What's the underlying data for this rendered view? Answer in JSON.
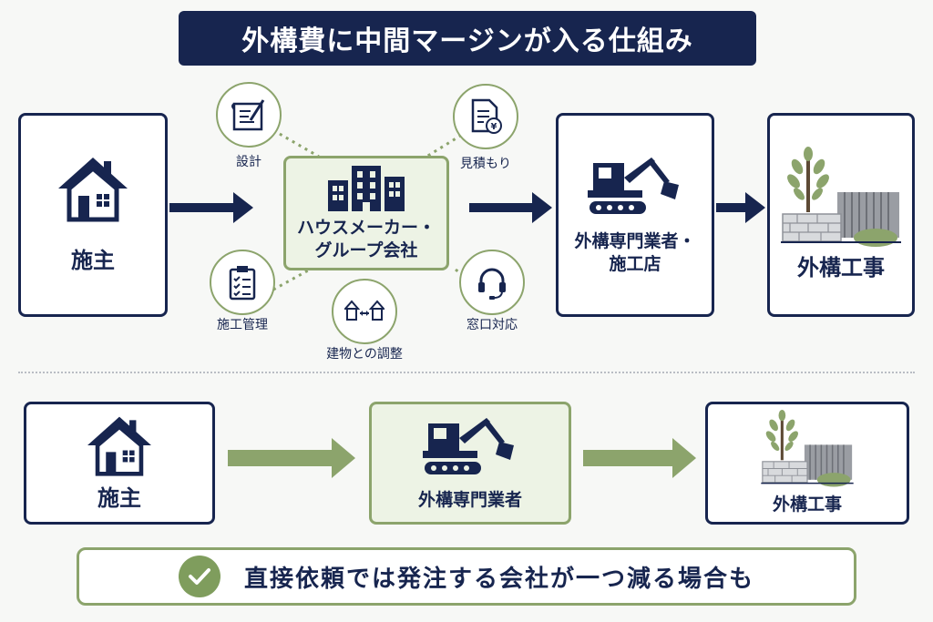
{
  "title": "外構費に中間マージンが入る仕組み",
  "top_flow": {
    "owner": "施主",
    "company": [
      "ハウスメーカー・",
      "グループ会社"
    ],
    "contractor": [
      "外構専門業者・",
      "施工店"
    ],
    "work": "外構工事"
  },
  "services": {
    "design": "設計",
    "estimate": "見積もり",
    "management": "施工管理",
    "coordination": "建物との調整",
    "contact": "窓口対応"
  },
  "bottom_flow": {
    "owner": "施主",
    "contractor": "外構専門業者",
    "work": "外構工事"
  },
  "note": "直接依頼では発注する会社が一つ減る場合も",
  "colors": {
    "navy": "#17254f",
    "green": "#8ca46c",
    "light_green": "#edf3e5"
  }
}
